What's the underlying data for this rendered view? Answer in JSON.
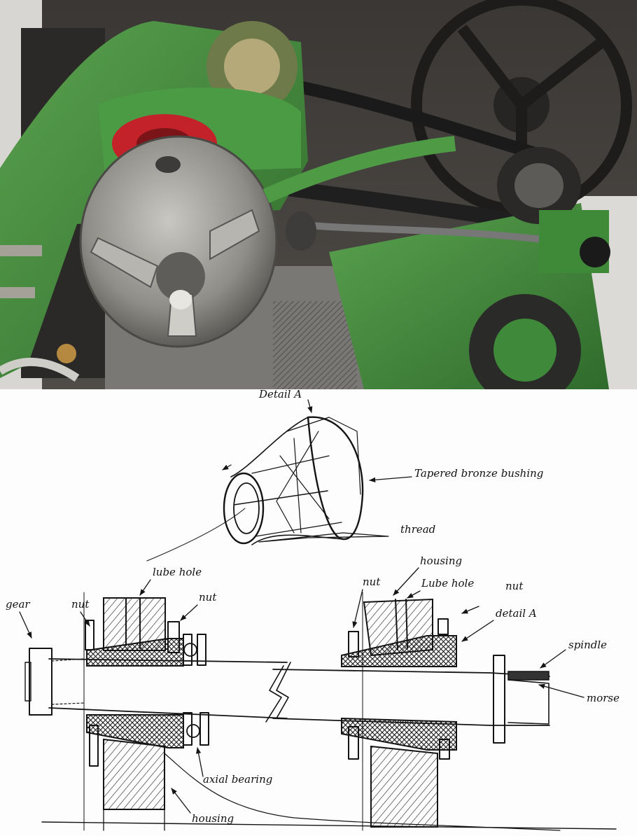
{
  "sketch": {
    "labels": {
      "detail_a_top": "Detail A",
      "tapered_bushing": "Tapered bronze bushing",
      "thread": "thread",
      "lube_hole_left": "lube hole",
      "nut_left_a": "nut",
      "nut_left_b": "nut",
      "gear": "gear",
      "axial_bearing": "axial bearing",
      "housing_bottom": "housing",
      "housing_right": "housing",
      "nut_right_a": "nut",
      "lube_hole_right": "Lube hole",
      "nut_right_b": "nut",
      "detail_a_right": "detail A",
      "spindle": "spindle",
      "morse": "morse"
    }
  },
  "colors": {
    "machine_green": "#3f8a3a",
    "chuck_steel": "#9a9893",
    "red_collar": "#c4222a",
    "ink": "#141414"
  }
}
